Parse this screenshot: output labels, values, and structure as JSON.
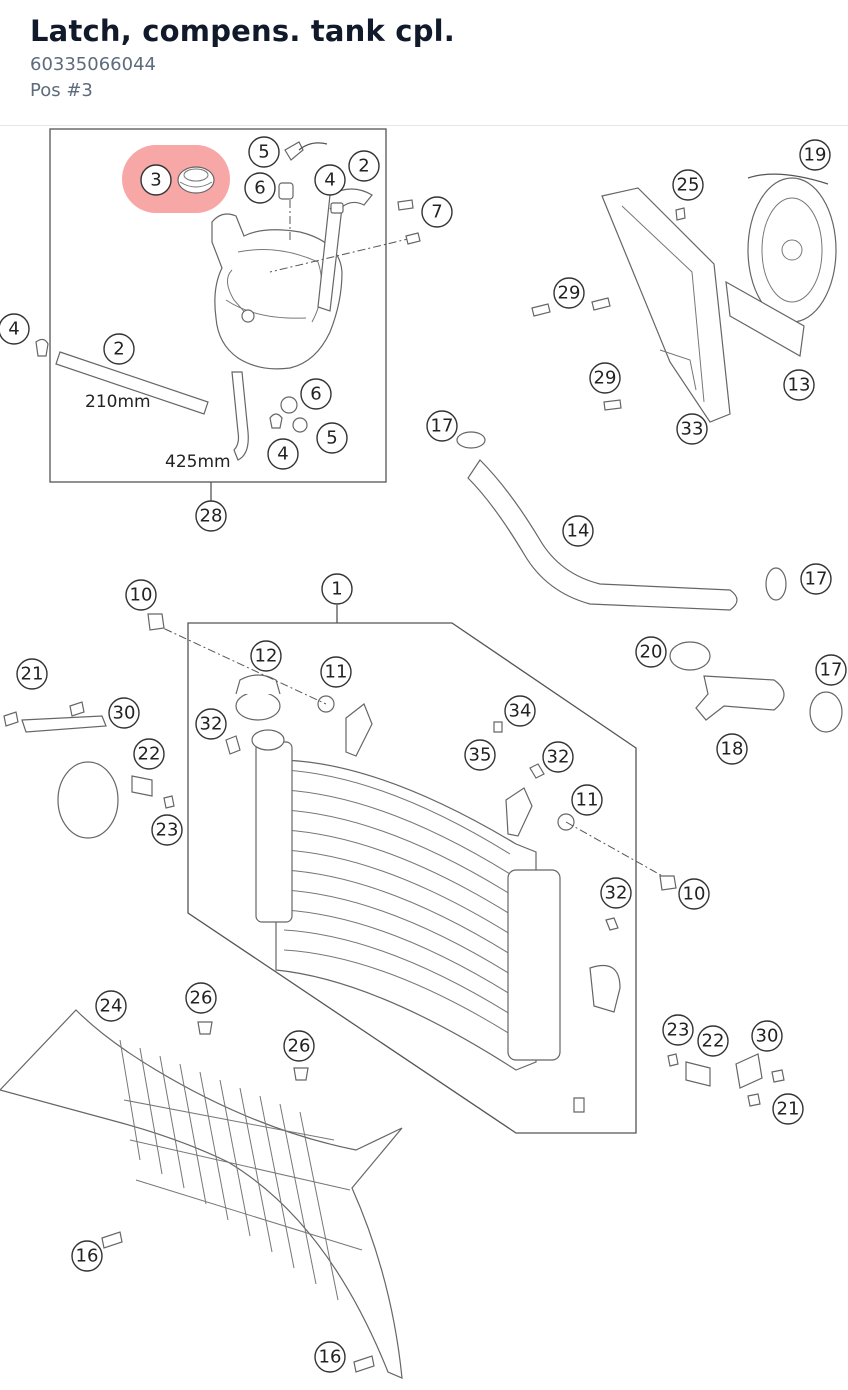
{
  "part": {
    "title": "Latch, compens. tank cpl.",
    "number": "60335066044",
    "position": "Pos #3"
  },
  "diagram": {
    "highlight_color": "#f58a8a",
    "dimensions": [
      "210mm",
      "425mm"
    ],
    "callouts": [
      "3",
      "5",
      "6",
      "4",
      "2",
      "7",
      "4",
      "2",
      "6",
      "5",
      "4",
      "28",
      "25",
      "19",
      "29",
      "29",
      "13",
      "33",
      "17",
      "14",
      "17",
      "1",
      "10",
      "12",
      "11",
      "21",
      "30",
      "32",
      "22",
      "23",
      "34",
      "35",
      "32",
      "11",
      "10",
      "32",
      "20",
      "17",
      "18",
      "24",
      "26",
      "26",
      "23",
      "22",
      "30",
      "21",
      "16",
      "16"
    ]
  }
}
